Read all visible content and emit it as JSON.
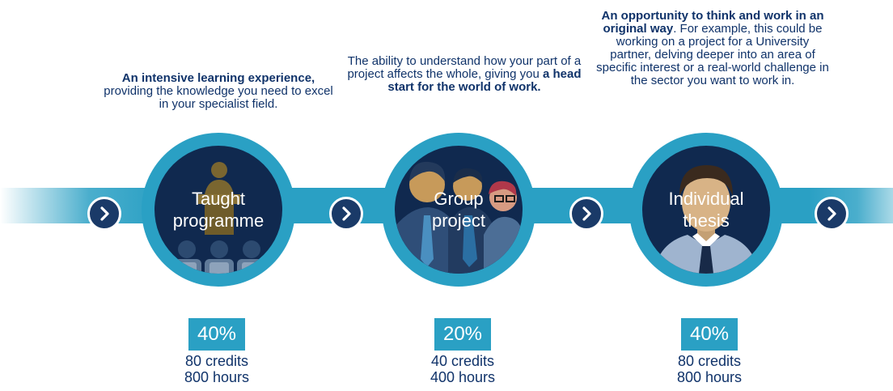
{
  "stages": [
    {
      "title": "Taught\nprogramme",
      "desc_bold": "An intensive learning experience,",
      "desc_rest": " providing the knowledge you need to excel in your specialist field.",
      "percent": "40%",
      "credits": "80 credits",
      "hours": "800 hours"
    },
    {
      "title": "Group\nproject",
      "desc_pre": "The ability to understand how your part of a project affects the whole, giving you ",
      "desc_bold": "a head start for the world of work.",
      "percent": "20%",
      "credits": "40 credits",
      "hours": "400 hours"
    },
    {
      "title": "Individual\nthesis",
      "desc_bold": "An opportunity to think and work in an original way",
      "desc_rest": ". For example, this could be working on a project for a University partner, delving deeper into an area of specific interest or a real-world challenge in the sector you want to work in.",
      "percent": "40%",
      "credits": "80 credits",
      "hours": "800 hours"
    }
  ],
  "arrow_icon": "chevron-right-icon",
  "colors": {
    "accent": "#2aa0c4",
    "navy": "#10294f",
    "text": "#10336a"
  }
}
